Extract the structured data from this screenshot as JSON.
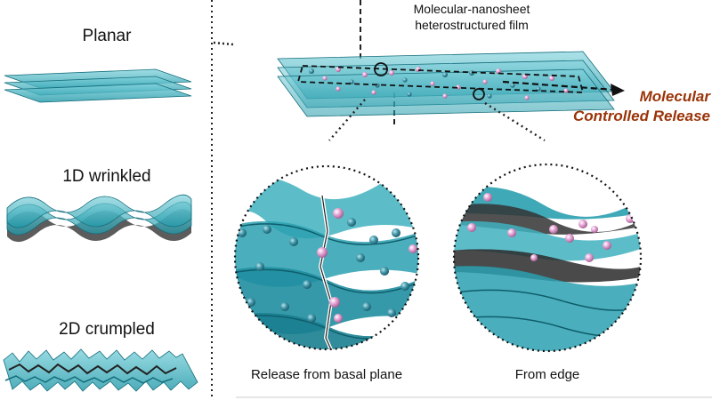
{
  "morphologies": {
    "planar": "Planar",
    "wrinkled_1d": "1D wrinkled",
    "crumpled_2d": "2D crumpled"
  },
  "film": {
    "title_line1": "Molecular-nanosheet",
    "title_line2": "heterostructured film"
  },
  "release": {
    "line1": "Molecular",
    "line2": "Controlled Release"
  },
  "zooms": {
    "basal": "Release from basal plane",
    "edge": "From edge"
  },
  "colors": {
    "sheet_fill": "#2ea8b6",
    "sheet_edge": "#146e7c",
    "molecule_pink": "#e7a6d6",
    "molecule_blue": "#3f94a6",
    "dark_layer": "#2a2a2a",
    "release_text": "#9a3409"
  }
}
